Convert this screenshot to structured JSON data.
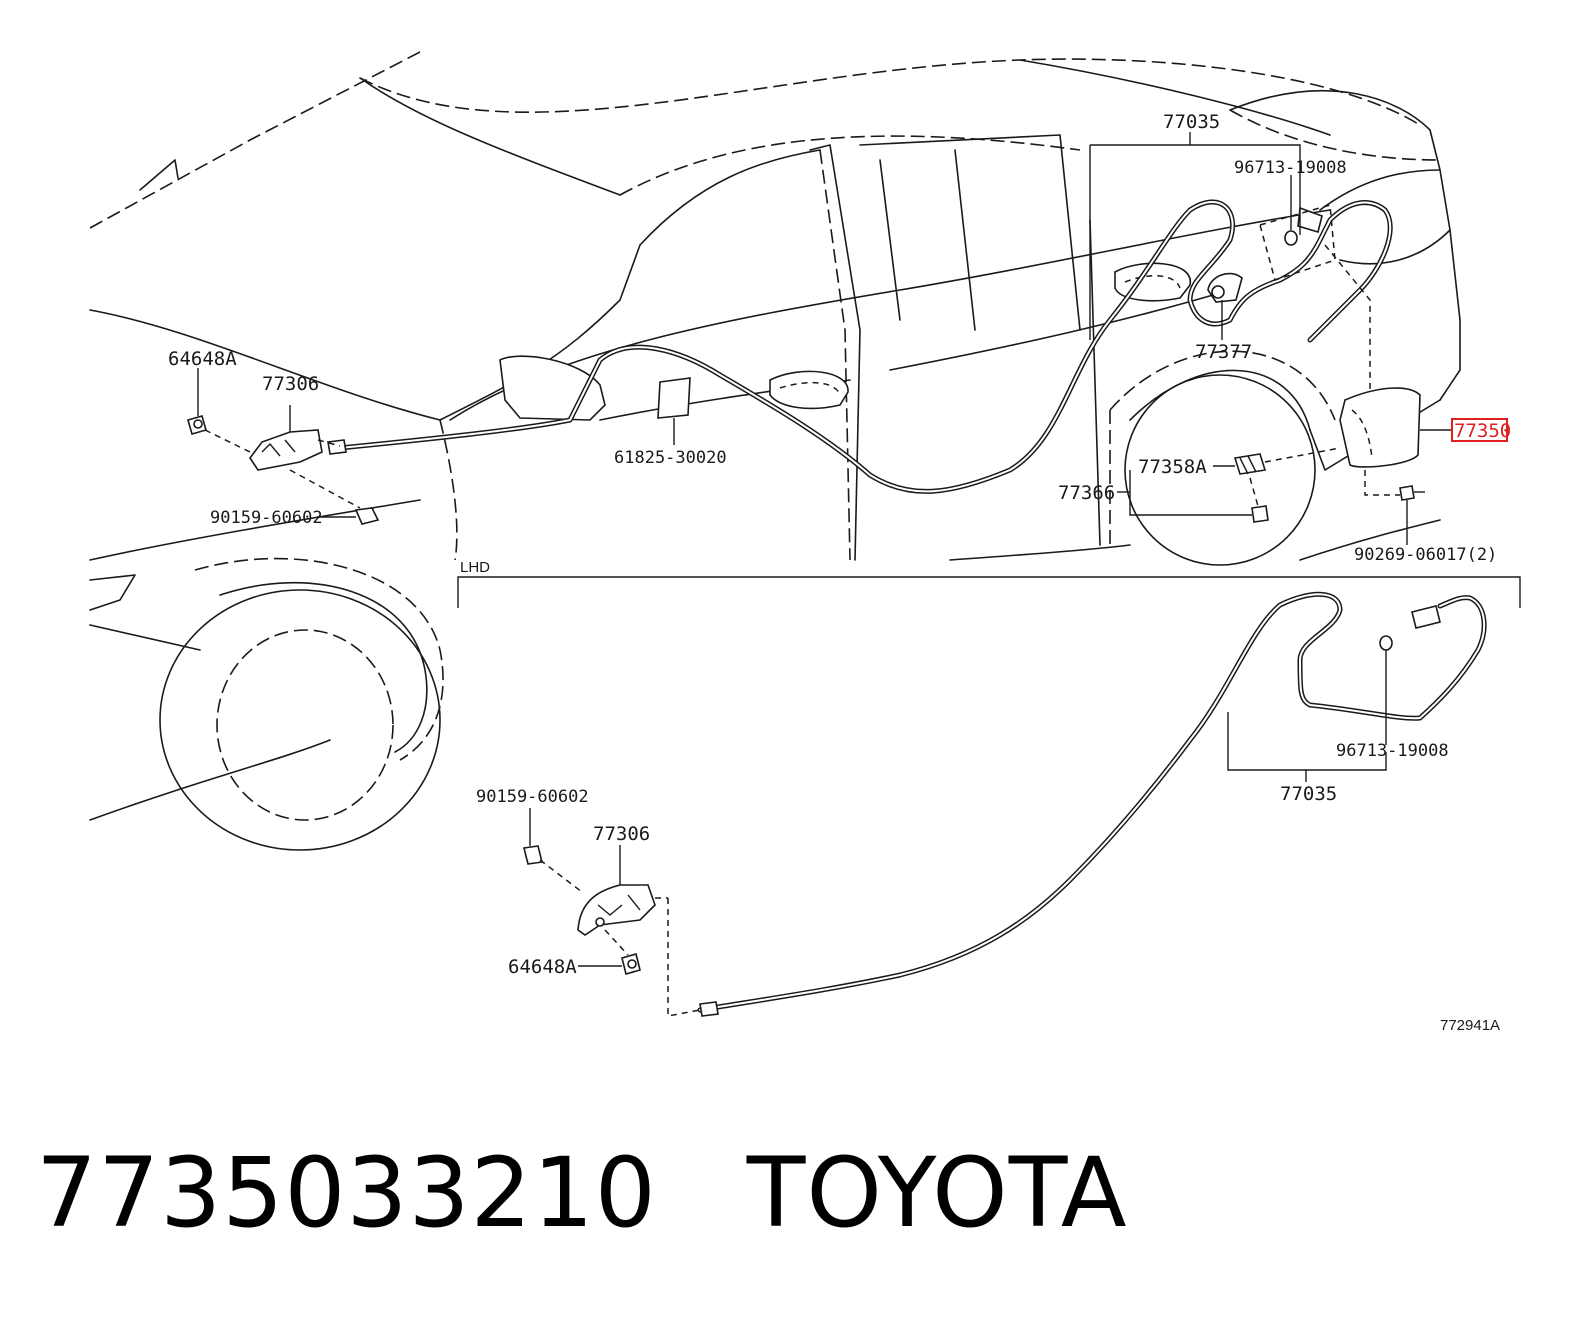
{
  "diagram": {
    "labels": {
      "p77035_top": "77035",
      "p96713_top": "96713-19008",
      "p64648a_top": "64648A",
      "p77306_top": "77306",
      "p77377": "77377",
      "p77350": "77350",
      "p61825": "61825-30020",
      "p77358a": "77358A",
      "p77366": "77366",
      "p90159_top": "90159-60602",
      "p90269": "90269-06017(2)",
      "lhd": "LHD",
      "p96713_bottom": "96713-19008",
      "p77035_bottom": "77035",
      "p90159_bottom": "90159-60602",
      "p77306_bottom": "77306",
      "p64648a_bottom": "64648A",
      "illustration_code": "772941A"
    },
    "highlight_color": "#e02020"
  },
  "caption": {
    "part_number": "7735033210",
    "brand": "TOYOTA"
  }
}
